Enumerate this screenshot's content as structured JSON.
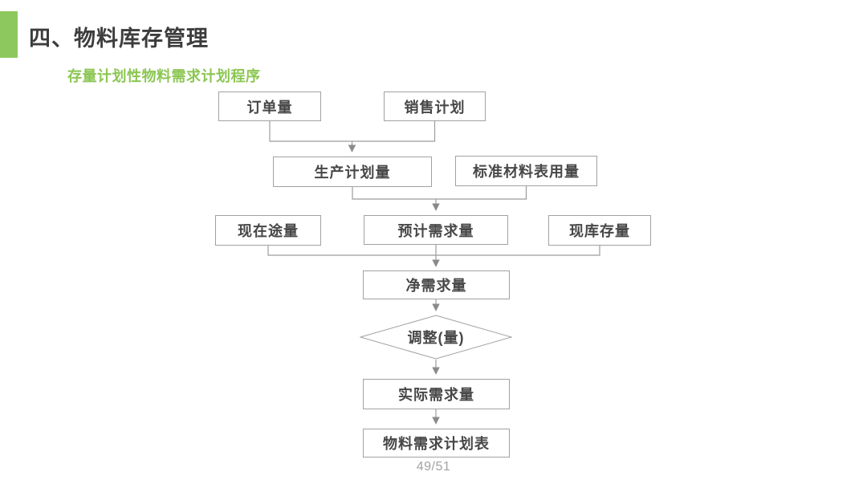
{
  "slide": {
    "title": "四、物料库存管理",
    "subtitle": "存量计划性物料需求计划程序",
    "page_number": "49/51"
  },
  "flowchart": {
    "nodes": [
      {
        "id": "order-quantity",
        "label": "订单量",
        "shape": "rect"
      },
      {
        "id": "sales-plan",
        "label": "销售计划",
        "shape": "rect"
      },
      {
        "id": "production-plan-quantity",
        "label": "生产计划量",
        "shape": "rect"
      },
      {
        "id": "standard-bom-usage",
        "label": "标准材料表用量",
        "shape": "rect"
      },
      {
        "id": "in-transit-quantity",
        "label": "现在途量",
        "shape": "rect"
      },
      {
        "id": "expected-demand",
        "label": "预计需求量",
        "shape": "rect"
      },
      {
        "id": "current-inventory",
        "label": "现库存量",
        "shape": "rect"
      },
      {
        "id": "net-demand",
        "label": "净需求量",
        "shape": "rect"
      },
      {
        "id": "adjustment",
        "label": "调整(量)",
        "shape": "diamond"
      },
      {
        "id": "actual-demand",
        "label": "实际需求量",
        "shape": "rect"
      },
      {
        "id": "mrp-table",
        "label": "物料需求计划表",
        "shape": "rect"
      }
    ],
    "edges": [
      {
        "from": [
          "订单量",
          "销售计划"
        ],
        "to": "生产计划量"
      },
      {
        "from": [
          "生产计划量",
          "标准材料表用量"
        ],
        "to": "预计需求量"
      },
      {
        "from": [
          "现在途量",
          "预计需求量",
          "现库存量"
        ],
        "to": "净需求量"
      },
      {
        "from": [
          "净需求量"
        ],
        "to": "调整(量)"
      },
      {
        "from": [
          "调整(量)"
        ],
        "to": "实际需求量"
      },
      {
        "from": [
          "实际需求量"
        ],
        "to": "物料需求计划表"
      }
    ],
    "colors": {
      "accent_green": "#8dc85e",
      "subtitle_green": "#8cc653",
      "box_border": "#a2a2a2",
      "connector_gray": "#9c9c9c",
      "title_text": "#3d3d3d",
      "node_text": "#474747",
      "page_number_gray": "#a3a3a3"
    }
  }
}
